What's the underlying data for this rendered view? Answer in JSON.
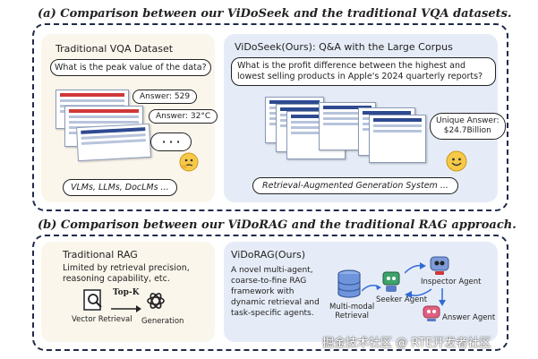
{
  "section_a": {
    "title": "(a) Comparison between our ViDoSeek and the traditional VQA datasets.",
    "traditional": {
      "title": "Traditional VQA Dataset",
      "question": "What is the peak value of the data?",
      "answer1": "Answer: 529",
      "answer2": "Answer: 32°C",
      "dots": "· · ·",
      "models": "VLMs, LLMs, DocLMs ..."
    },
    "vidoseek": {
      "title": "ViDoSeek(Ours): Q&A with the Large Corpus",
      "question": "What is the profit difference between the highest and lowest selling products in Apple's 2024 quarterly reports?",
      "answer_label": "Unique Answer:",
      "answer_value": "$24.7Billion",
      "system": "Retrieval-Augmented Generation System ..."
    }
  },
  "section_b": {
    "title": "(b) Comparison between our ViDoRAG and the traditional RAG approach.",
    "traditional": {
      "title": "Traditional RAG",
      "description": "Limited by retrieval precision, reasoning capability, etc.",
      "topk": "Top-K",
      "vector_retrieval": "Vector Retrieval",
      "generation": "Generation"
    },
    "vidorag": {
      "title": "ViDoRAG(Ours)",
      "description": "A novel multi-agent, coarse-to-fine RAG framework with dynamic retrieval and task-specific agents.",
      "multimodal_line1": "Multi-modal",
      "multimodal_line2": "Retrieval",
      "seeker": "Seeker Agent",
      "inspector": "Inspector Agent",
      "answer_agent": "Answer Agent"
    }
  },
  "watermark": "掘金技术社区 @ RTE开发者社区",
  "icons": [
    "emoji-thinking-icon",
    "emoji-smile-icon",
    "magnifier-doc-icon",
    "openai-logo-icon",
    "database-icon",
    "seeker-robot-icon",
    "inspector-robot-icon",
    "answer-robot-icon"
  ],
  "colors": {
    "frame": "#1f2a4a",
    "warm_panel": "#fbf6ec",
    "cool_panel": "#e6ecf7",
    "accent_blue": "#2e6bd6",
    "accent_red": "#d03838"
  }
}
